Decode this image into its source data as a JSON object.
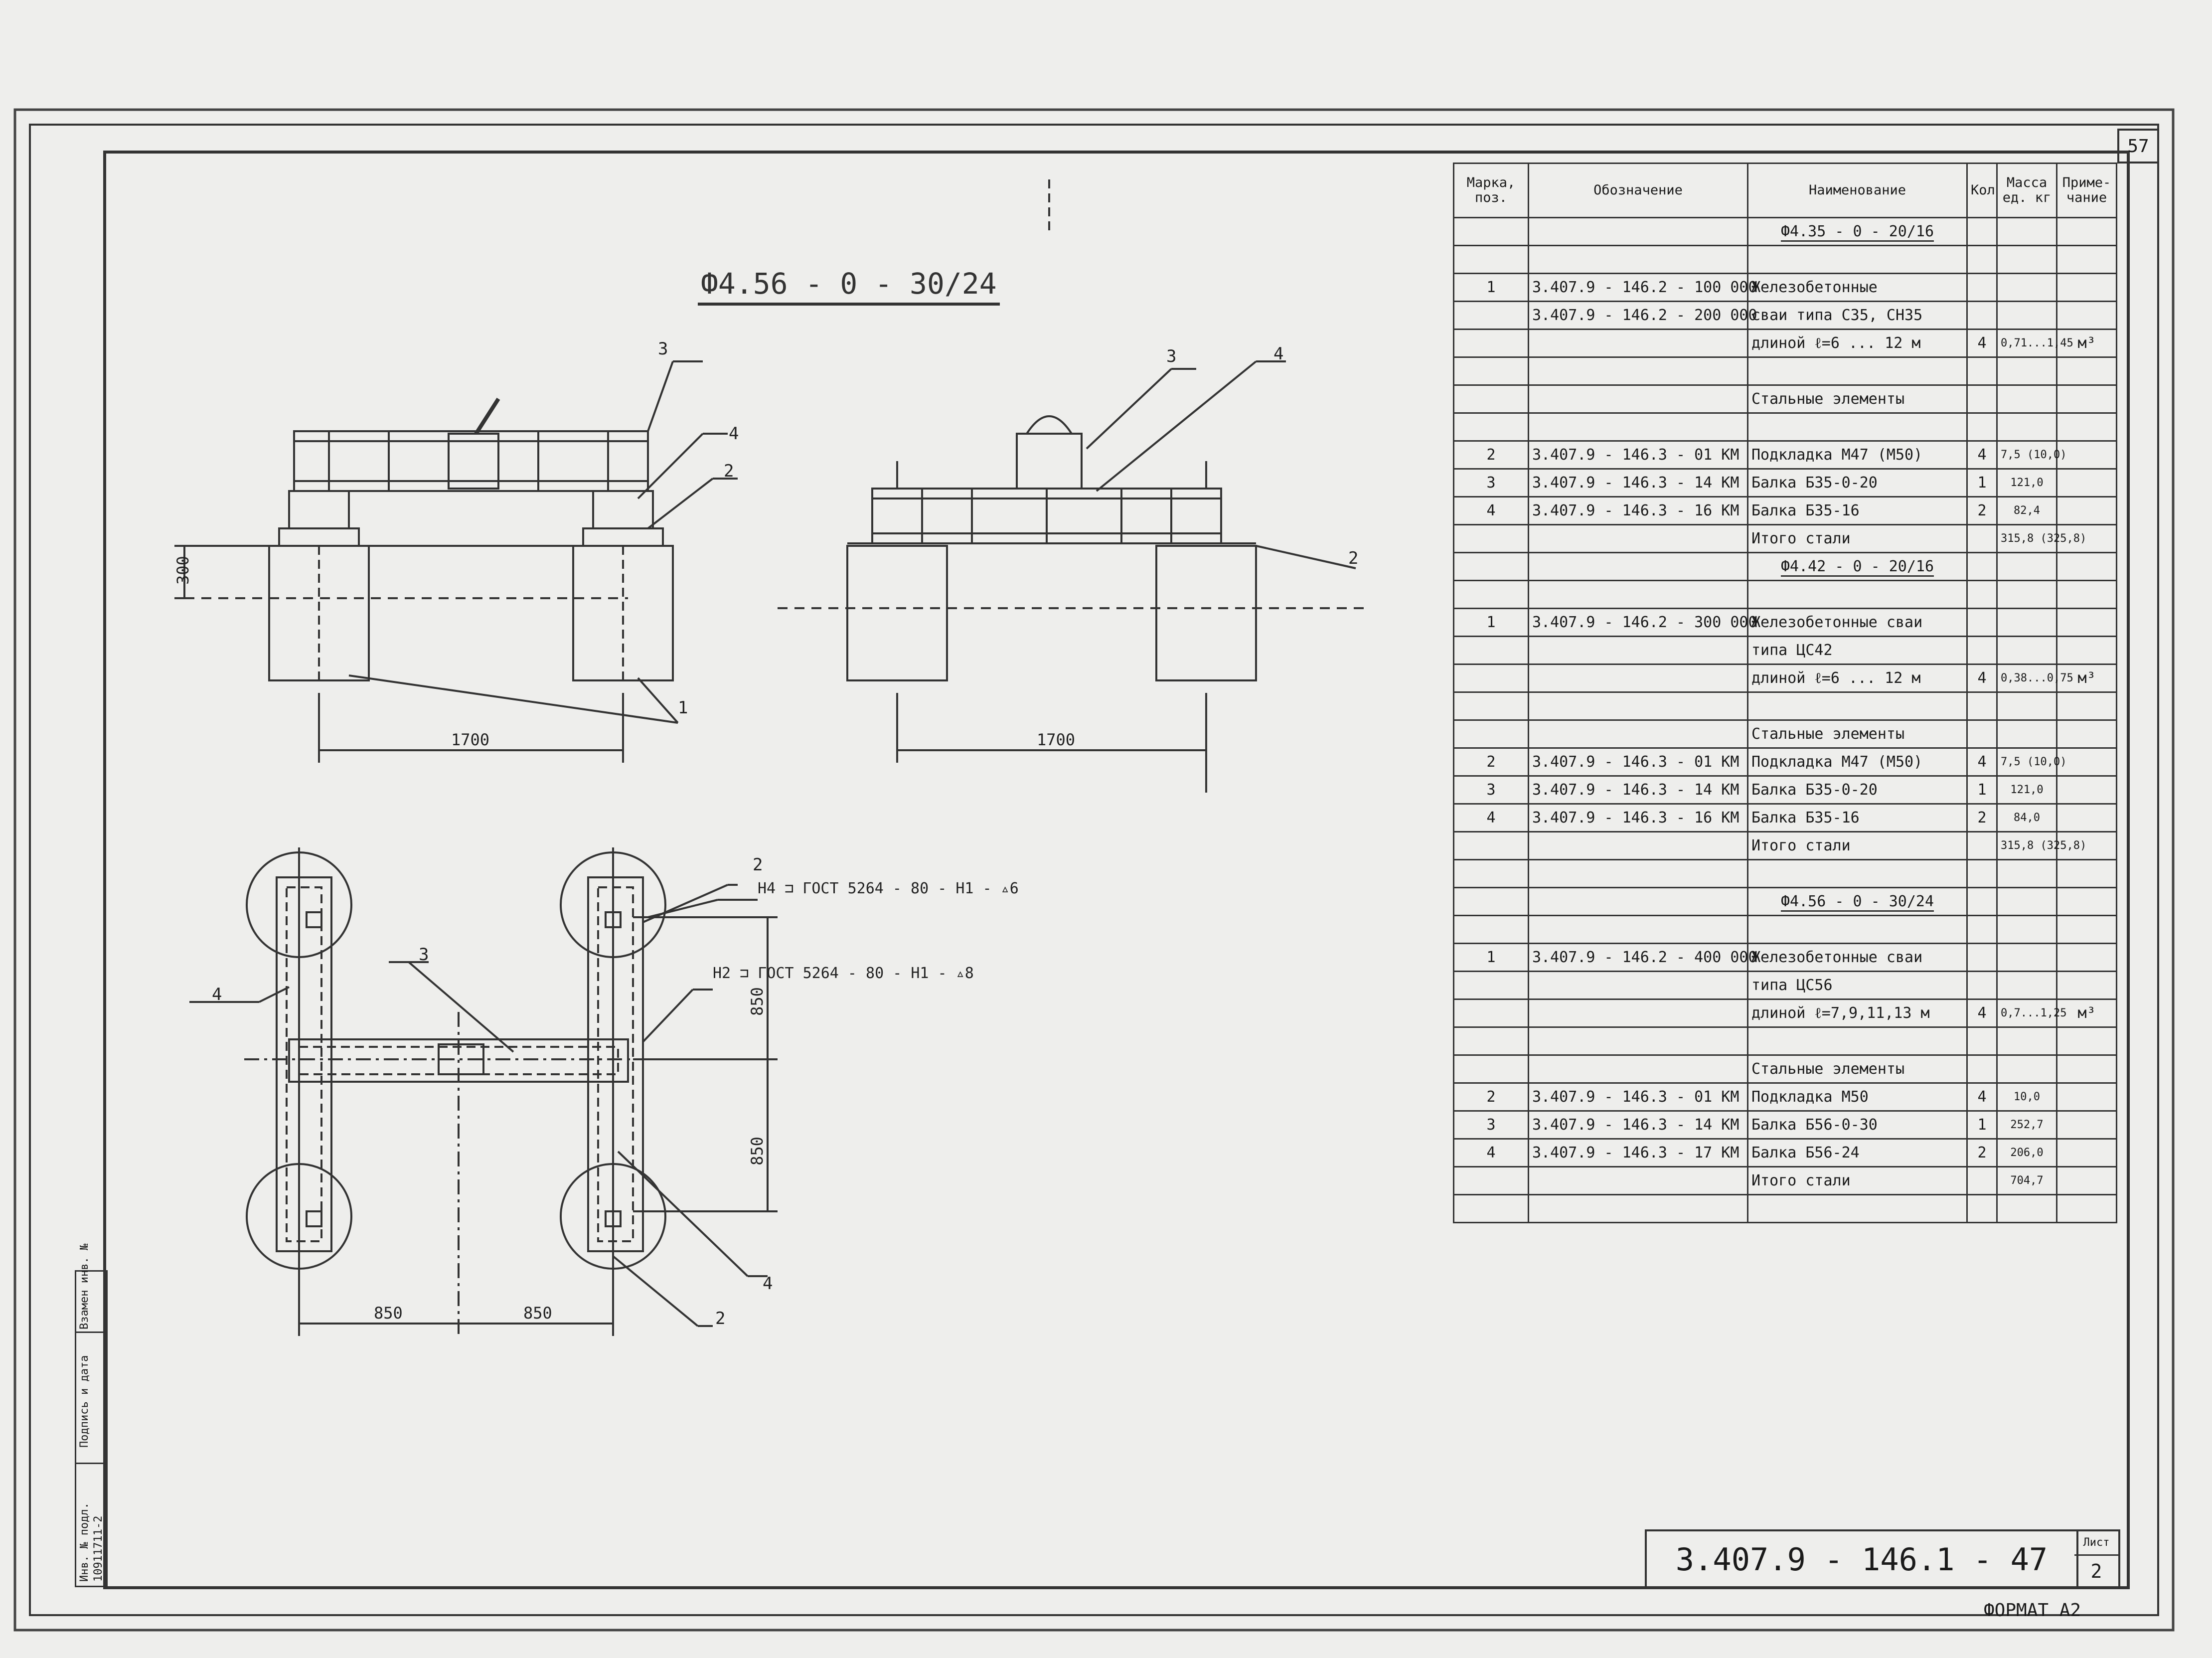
{
  "sheet": {
    "page_number": "57",
    "drawing_title": "Ф4.56 - 0 - 30/24",
    "document_code": "3.407.9 - 146.1 - 47",
    "sheet_label": "Лист",
    "sheet_value": "2",
    "format": "ФОРМАТ А2"
  },
  "drawing": {
    "dim_300": "300",
    "dim_1700_left": "1700",
    "dim_1700_right": "1700",
    "dim_850_v1": "850",
    "dim_850_v2": "850",
    "dim_850_h1": "850",
    "dim_850_h2": "850",
    "lead_1": "1",
    "lead_2_left": "2",
    "lead_3_left": "3",
    "lead_4_left": "4",
    "lead_2_right": "2",
    "lead_3_right": "3",
    "lead_4_right": "4",
    "lead_2_plan_top": "2",
    "lead_3_plan": "3",
    "lead_4_plan_left": "4",
    "lead_4_plan_bottom": "4",
    "lead_2_plan_bottom": "2",
    "weld_1": "Н4 ⊐ ГОСТ 5264 - 80 - Н1 - ▵6",
    "weld_2": "Н2 ⊐ ГОСТ 5264 - 80 - Н1 - ▵8"
  },
  "stamp": {
    "inv_orig": "Инв. № подл.",
    "inv_value": "10911711-2",
    "sign_date": "Подпись и дата",
    "replace_inv": "Взамен инв. №"
  },
  "table": {
    "headers": {
      "mark": "Марка, поз.",
      "designation": "Обозначение",
      "name": "Наименование",
      "qty": "Кол",
      "mass": "Масса ед. кг",
      "note": "Приме- чание"
    },
    "rows": [
      {
        "mark": "",
        "designation": "",
        "name": "Ф4.35 - 0 - 20/16",
        "qty": "",
        "mass": "",
        "note": "",
        "title": true
      },
      {
        "mark": "",
        "designation": "",
        "name": "",
        "qty": "",
        "mass": "",
        "note": ""
      },
      {
        "mark": "1",
        "designation": "3.407.9 - 146.2 - 100 000",
        "name": "Железобетонные",
        "qty": "",
        "mass": "",
        "note": ""
      },
      {
        "mark": "",
        "designation": "3.407.9 - 146.2 - 200 000",
        "name": "сваи типа С35, СН35",
        "qty": "",
        "mass": "",
        "note": ""
      },
      {
        "mark": "",
        "designation": "",
        "name": "длиной ℓ=6 ... 12 м",
        "qty": "4",
        "mass": "0,71...1,45",
        "note": "м³"
      },
      {
        "mark": "",
        "designation": "",
        "name": "",
        "qty": "",
        "mass": "",
        "note": ""
      },
      {
        "mark": "",
        "designation": "",
        "name": "Стальные элементы",
        "qty": "",
        "mass": "",
        "note": ""
      },
      {
        "mark": "",
        "designation": "",
        "name": "",
        "qty": "",
        "mass": "",
        "note": ""
      },
      {
        "mark": "2",
        "designation": "3.407.9 - 146.3 - 01 КМ",
        "name": "Подкладка М47 (М50)",
        "qty": "4",
        "mass": "7,5 (10,0)",
        "note": ""
      },
      {
        "mark": "3",
        "designation": "3.407.9 - 146.3 - 14 КМ",
        "name": "Балка Б35-0-20",
        "qty": "1",
        "mass": "121,0",
        "note": ""
      },
      {
        "mark": "4",
        "designation": "3.407.9 - 146.3 - 16 КМ",
        "name": "Балка Б35-16",
        "qty": "2",
        "mass": "82,4",
        "note": ""
      },
      {
        "mark": "",
        "designation": "",
        "name": "Итого стали",
        "qty": "",
        "mass": "315,8 (325,8)",
        "note": ""
      },
      {
        "mark": "",
        "designation": "",
        "name": "Ф4.42 - 0 - 20/16",
        "qty": "",
        "mass": "",
        "note": "",
        "title": true
      },
      {
        "mark": "",
        "designation": "",
        "name": "",
        "qty": "",
        "mass": "",
        "note": ""
      },
      {
        "mark": "1",
        "designation": "3.407.9 - 146.2 - 300 000",
        "name": "Железобетонные сваи",
        "qty": "",
        "mass": "",
        "note": ""
      },
      {
        "mark": "",
        "designation": "",
        "name": "типа ЦС42",
        "qty": "",
        "mass": "",
        "note": ""
      },
      {
        "mark": "",
        "designation": "",
        "name": "длиной ℓ=6 ... 12 м",
        "qty": "4",
        "mass": "0,38...0,75",
        "note": "м³"
      },
      {
        "mark": "",
        "designation": "",
        "name": "",
        "qty": "",
        "mass": "",
        "note": ""
      },
      {
        "mark": "",
        "designation": "",
        "name": "Стальные элементы",
        "qty": "",
        "mass": "",
        "note": ""
      },
      {
        "mark": "2",
        "designation": "3.407.9 - 146.3 - 01 КМ",
        "name": "Подкладка М47 (М50)",
        "qty": "4",
        "mass": "7,5 (10,0)",
        "note": ""
      },
      {
        "mark": "3",
        "designation": "3.407.9 - 146.3 - 14 КМ",
        "name": "Балка Б35-0-20",
        "qty": "1",
        "mass": "121,0",
        "note": ""
      },
      {
        "mark": "4",
        "designation": "3.407.9 - 146.3 - 16 КМ",
        "name": "Балка Б35-16",
        "qty": "2",
        "mass": "84,0",
        "note": ""
      },
      {
        "mark": "",
        "designation": "",
        "name": "Итого стали",
        "qty": "",
        "mass": "315,8 (325,8)",
        "note": ""
      },
      {
        "mark": "",
        "designation": "",
        "name": "",
        "qty": "",
        "mass": "",
        "note": ""
      },
      {
        "mark": "",
        "designation": "",
        "name": "Ф4.56 - 0 - 30/24",
        "qty": "",
        "mass": "",
        "note": "",
        "title": true
      },
      {
        "mark": "",
        "designation": "",
        "name": "",
        "qty": "",
        "mass": "",
        "note": ""
      },
      {
        "mark": "1",
        "designation": "3.407.9 - 146.2 - 400 000",
        "name": "Железобетонные сваи",
        "qty": "",
        "mass": "",
        "note": ""
      },
      {
        "mark": "",
        "designation": "",
        "name": "типа ЦС56",
        "qty": "",
        "mass": "",
        "note": ""
      },
      {
        "mark": "",
        "designation": "",
        "name": "длиной ℓ=7,9,11,13 м",
        "qty": "4",
        "mass": "0,7...1,25",
        "note": "м³"
      },
      {
        "mark": "",
        "designation": "",
        "name": "",
        "qty": "",
        "mass": "",
        "note": ""
      },
      {
        "mark": "",
        "designation": "",
        "name": "Стальные элементы",
        "qty": "",
        "mass": "",
        "note": ""
      },
      {
        "mark": "2",
        "designation": "3.407.9 - 146.3 - 01 КМ",
        "name": "Подкладка М50",
        "qty": "4",
        "mass": "10,0",
        "note": ""
      },
      {
        "mark": "3",
        "designation": "3.407.9 - 146.3 - 14 КМ",
        "name": "Балка Б56-0-30",
        "qty": "1",
        "mass": "252,7",
        "note": ""
      },
      {
        "mark": "4",
        "designation": "3.407.9 - 146.3 - 17 КМ",
        "name": "Балка Б56-24",
        "qty": "2",
        "mass": "206,0",
        "note": ""
      },
      {
        "mark": "",
        "designation": "",
        "name": "Итого стали",
        "qty": "",
        "mass": "704,7",
        "note": ""
      },
      {
        "mark": "",
        "designation": "",
        "name": "",
        "qty": "",
        "mass": "",
        "note": ""
      }
    ]
  }
}
